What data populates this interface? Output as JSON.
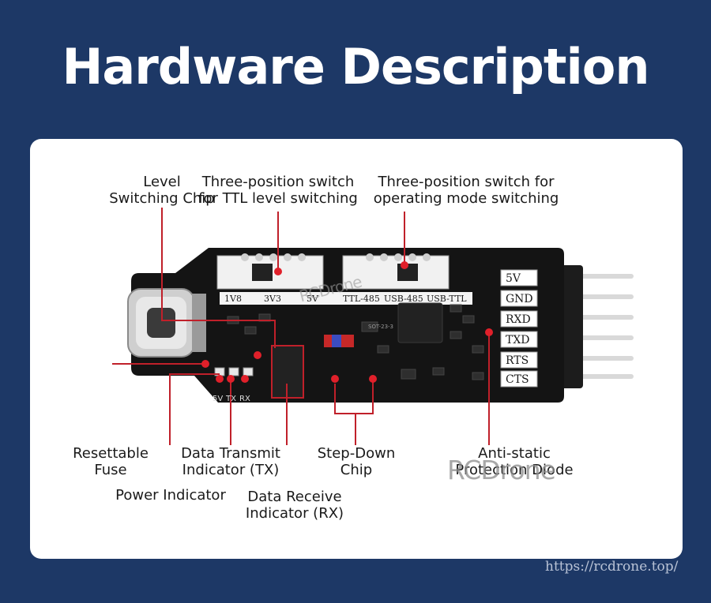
{
  "title": "Hardware Description",
  "board": {
    "switch_ttl_labels": [
      "1V8",
      "3V3",
      "5V"
    ],
    "switch_mode_labels": [
      "TTL-485",
      "USB-485",
      "USB-TTL"
    ],
    "pins": [
      "5V",
      "GND",
      "RXD",
      "TXD",
      "RTS",
      "CTS"
    ],
    "led_labels": [
      "5V",
      "TX",
      "RX"
    ],
    "chip_marking": "SOT-23-3"
  },
  "callouts": {
    "level_switching_chip": "Level\nSwitching Chip",
    "ttl_switch": "Three-position switch\nfor TTL level switching",
    "mode_switch": "Three-position switch for\noperating mode switching",
    "resettable_fuse": "Resettable\nFuse",
    "power_indicator": "Power Indicator",
    "data_transmit": "Data Transmit\nIndicator (TX)",
    "data_receive": "Data Receive\nIndicator (RX)",
    "step_down": "Step-Down\nChip",
    "anti_static": "Anti-static\nProtection Diode"
  },
  "watermarks": [
    "RCDrone",
    "RCDrone"
  ],
  "url": "https://rcdrone.top/",
  "colors": {
    "background": "#1d3866",
    "card": "#ffffff",
    "pcb": "#141414",
    "callout_line": "#c0202a",
    "marker_dot": "#e0202a"
  }
}
